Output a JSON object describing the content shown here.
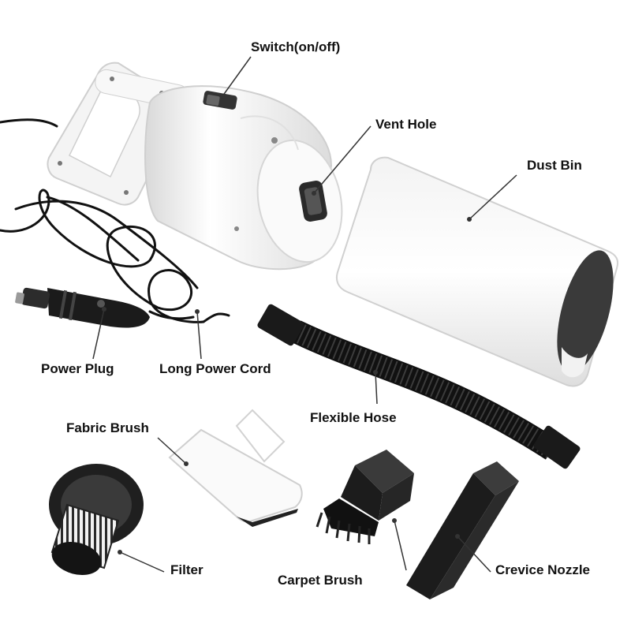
{
  "labels": {
    "switch": "Switch(on/off)",
    "vent_hole": "Vent Hole",
    "dust_bin": "Dust Bin",
    "power_plug": "Power Plug",
    "long_power_cord": "Long Power Cord",
    "flexible_hose": "Flexible Hose",
    "fabric_brush": "Fabric Brush",
    "filter": "Filter",
    "carpet_brush": "Carpet Brush",
    "crevice_nozzle": "Crevice Nozzle"
  },
  "colors": {
    "body": "#ffffff",
    "body_shade": "#e4e4e4",
    "dark_part": "#1a1a1a",
    "leader_line": "#333333",
    "text": "#111111"
  }
}
